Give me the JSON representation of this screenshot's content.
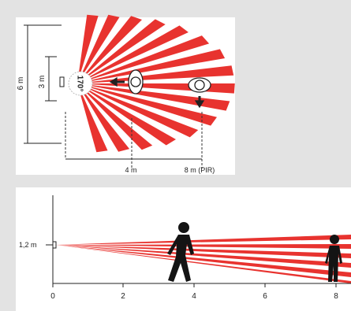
{
  "top_diagram": {
    "height_label": "6 m",
    "mount_height_label": "3 m",
    "angle_label": "170°",
    "distance_labels": [
      "4 m",
      "8 m (PIR)"
    ]
  },
  "bottom_diagram": {
    "mount_label": "1,2 m",
    "axis_ticks": [
      "0",
      "2",
      "4",
      "6",
      "8"
    ]
  },
  "colors": {
    "ray_red": "#e8332f",
    "background": "#e3e3e3",
    "panel": "#ffffff",
    "figure": "#141414"
  }
}
